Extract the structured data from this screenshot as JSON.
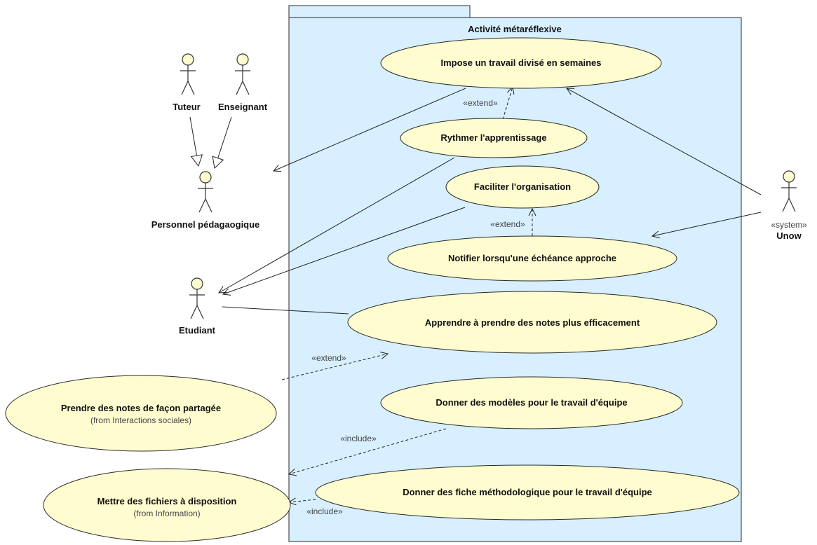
{
  "package": {
    "name": "Activité métaréflexive"
  },
  "actors": {
    "tuteur": "Tuteur",
    "enseignant": "Enseignant",
    "personnel": "Personnel pédagaogique",
    "etudiant": "Etudiant",
    "unow": {
      "stereotype": "«system»",
      "name": "Unow"
    }
  },
  "use_cases": {
    "impose": "Impose un travail divisé en semaines",
    "rythmer": "Rythmer l'apprentissage",
    "faciliter": "Faciliter l'organisation",
    "notifier": "Notifier lorsqu'une échéance approche",
    "apprendre": "Apprendre à prendre des notes plus efficacement",
    "donner_modeles": "Donner des modèles pour le travail d'équipe",
    "donner_fiche": "Donner des fiche méthodologique pour le travail d'équipe",
    "prendre_notes": {
      "title": "Prendre des notes de façon partagée",
      "from": "(from Interactions sociales)"
    },
    "mettre_fichiers": {
      "title": "Mettre des fichiers à disposition",
      "from": "(from Information)"
    }
  },
  "stereotypes": {
    "extend1": "«extend»",
    "extend2": "«extend»",
    "extend3": "«extend»",
    "include1": "«include»",
    "include2": "«include»"
  },
  "colors": {
    "package_fill": "#d7efff",
    "usecase_fill": "#fffcd0",
    "stroke": "#2a2a2a"
  }
}
